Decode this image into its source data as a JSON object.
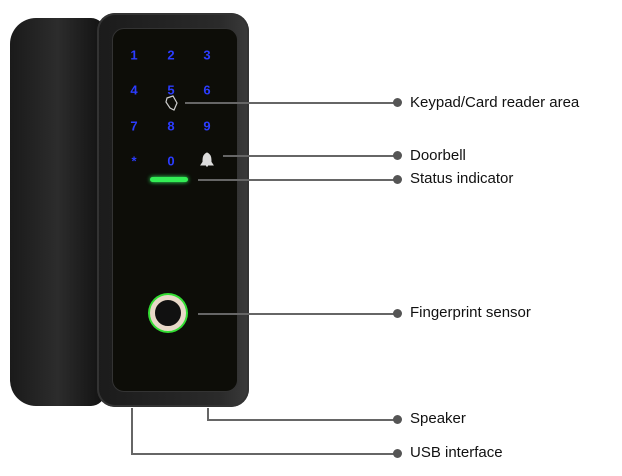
{
  "keypad": {
    "keys": [
      "1",
      "2",
      "3",
      "4",
      "5",
      "6",
      "7",
      "8",
      "9",
      "*",
      "0"
    ]
  },
  "callouts": {
    "keypad": "Keypad/Card reader area",
    "doorbell": "Doorbell",
    "status": "Status indicator",
    "fingerprint": "Fingerprint sensor",
    "speaker": "Speaker",
    "usb": "USB interface"
  },
  "colors": {
    "keys": "#2b3cff",
    "status_led": "#33ee55",
    "fingerprint_ring": "#33dd33"
  }
}
